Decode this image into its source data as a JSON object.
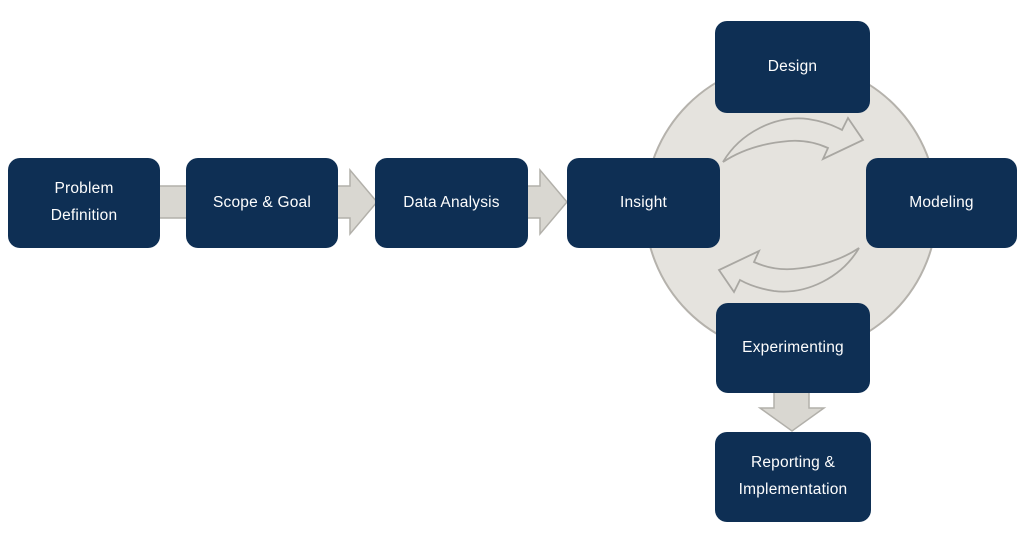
{
  "diagram": {
    "nodes": [
      {
        "id": "problem-definition",
        "label": "Problem Definition"
      },
      {
        "id": "scope-goal",
        "label": "Scope & Goal"
      },
      {
        "id": "data-analysis",
        "label": "Data Analysis"
      },
      {
        "id": "insight",
        "label": "Insight"
      },
      {
        "id": "design",
        "label": "Design"
      },
      {
        "id": "modeling",
        "label": "Modeling"
      },
      {
        "id": "experimenting",
        "label": "Experimenting"
      },
      {
        "id": "reporting-implementation",
        "label": "Reporting & Implementation"
      }
    ],
    "connectors": [
      {
        "from": "problem-definition",
        "to": "scope-goal",
        "type": "block-arrow-right"
      },
      {
        "from": "scope-goal",
        "to": "data-analysis",
        "type": "block-arrow-right"
      },
      {
        "from": "data-analysis",
        "to": "insight",
        "type": "block-arrow-right"
      },
      {
        "cycle": [
          "design",
          "modeling",
          "experimenting",
          "insight"
        ],
        "type": "circular-cycle"
      },
      {
        "from": "experimenting",
        "to": "reporting-implementation",
        "type": "block-arrow-down"
      }
    ],
    "colors": {
      "node_fill": "#0e2f54",
      "node_text": "#fdfdfd",
      "cycle_fill": "#e5e3de",
      "cycle_stroke": "#b5b2ac",
      "curve_stroke": "#a9a7a2",
      "arrow_fill": "#d9d7d1",
      "arrow_stroke": "#b2b0aa"
    }
  }
}
